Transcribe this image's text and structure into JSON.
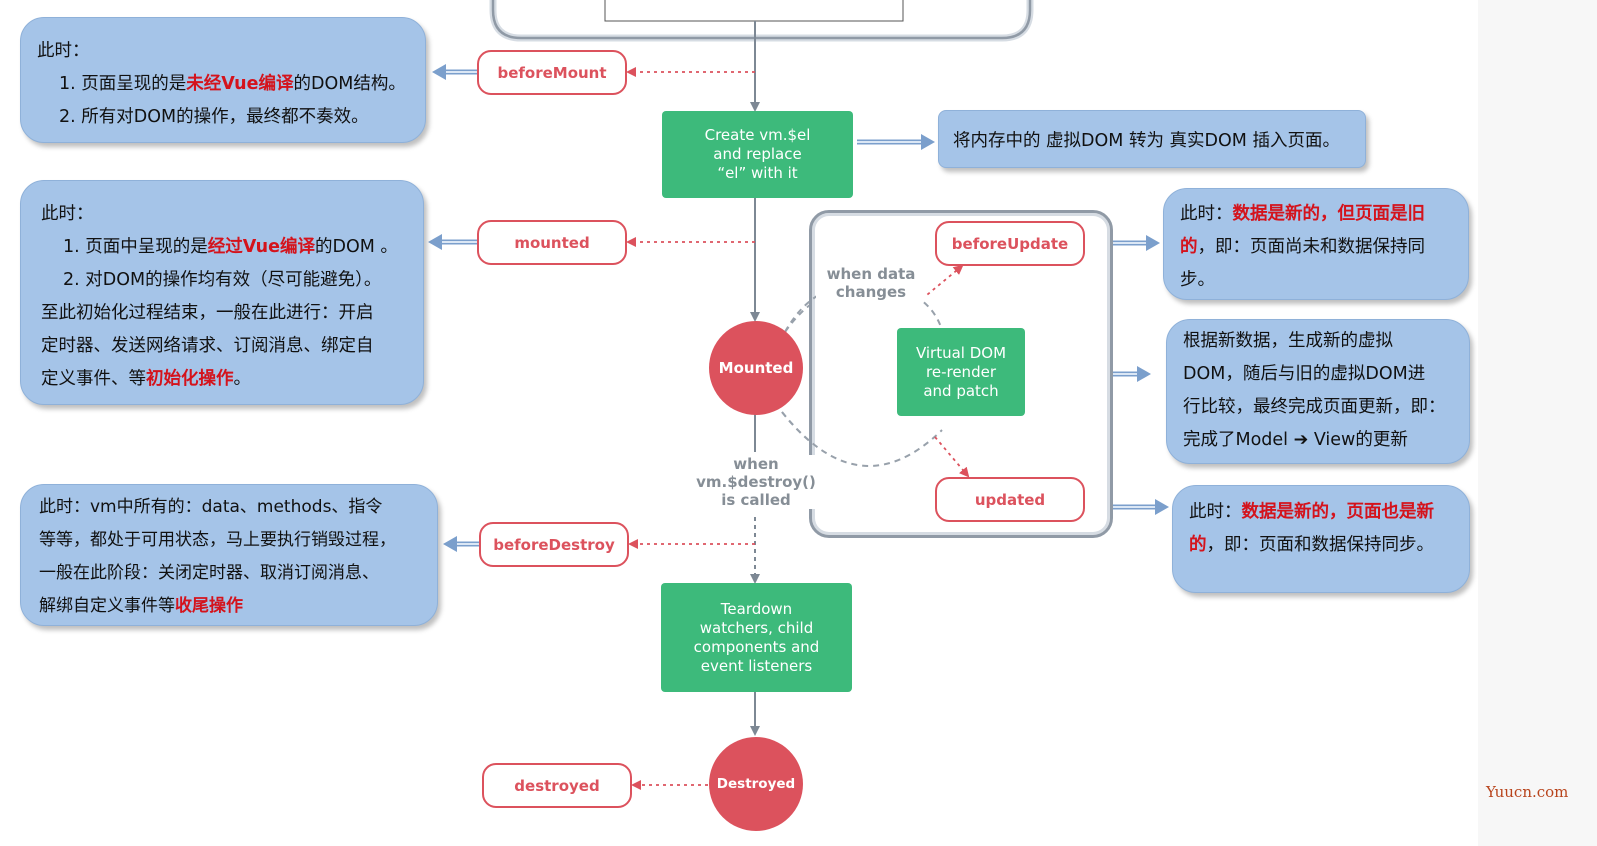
{
  "hooks": {
    "beforeMount": "beforeMount",
    "mounted": "mounted",
    "beforeUpdate": "beforeUpdate",
    "updated": "updated",
    "beforeDestroy": "beforeDestroy",
    "destroyed": "destroyed"
  },
  "process": {
    "create_el": "Create vm.$el\nand replace\n“el” with it",
    "virtual_dom": "Virtual DOM\nre-render\nand patch",
    "teardown": "Teardown\nwatchers, child\ncomponents and\nevent listeners"
  },
  "states": {
    "mounted": "Mounted",
    "destroyed": "Destroyed"
  },
  "labels": {
    "data_changes": "when data\nchanges",
    "destroy_called": "when\nvm.$destroy()\nis called"
  },
  "notes": {
    "before_mount": {
      "line1": "此时：",
      "line2_pre": "1. 页面呈现的是",
      "line2_hl": "未经Vue编译",
      "line2_post": "的DOM结构。",
      "line3": "2. 所有对DOM的操作，最终都不奏效。"
    },
    "mount_insert": "将内存中的 虚拟DOM 转为 真实DOM 插入页面。",
    "mounted": {
      "line1": "此时：",
      "line2_pre": "1. 页面中呈现的是",
      "line2_hl": "经过Vue编译",
      "line2_post": "的DOM 。",
      "line3": "2. 对DOM的操作均有效（尽可能避免）。",
      "line4": "至此初始化过程结束，一般在此进行：开启",
      "line5": "定时器、发送网络请求、订阅消息、绑定自",
      "line6_pre": "定义事件、等",
      "line6_hl": "初始化操作",
      "line6_post": "。"
    },
    "before_update": {
      "line1_pre": "此时：",
      "line1_hl": "数据是新的，但页面是旧",
      "line2_hl": "的",
      "line2_post": "，即：页面尚未和数据保持同",
      "line3": "步。"
    },
    "patch": {
      "line1": "根据新数据，生成新的虚拟",
      "line2": "DOM，随后与旧的虚拟DOM进",
      "line3": "行比较，最终完成页面更新，即：",
      "line4": "完成了Model ➔ View的更新"
    },
    "updated": {
      "line1_pre": "此时：",
      "line1_hl": "数据是新的，页面也是新",
      "line2_hl": "的",
      "line2_post": "，即：页面和数据保持同步。"
    },
    "before_destroy": {
      "line1": "此时：vm中所有的：data、methods、指令",
      "line2": "等等，都处于可用状态，马上要执行销毁过程，",
      "line3": "一般在此阶段：关闭定时器、取消订阅消息、",
      "line4_pre": "解绑自定义事件等",
      "line4_hl": "收尾操作"
    }
  },
  "watermark": "Yuucn.com",
  "colors": {
    "hook_red": "#dc525d",
    "process_green": "#3dba7b",
    "note_blue": "#a5c4e8",
    "highlight_red": "#d4131c",
    "label_gray": "#868e96"
  }
}
